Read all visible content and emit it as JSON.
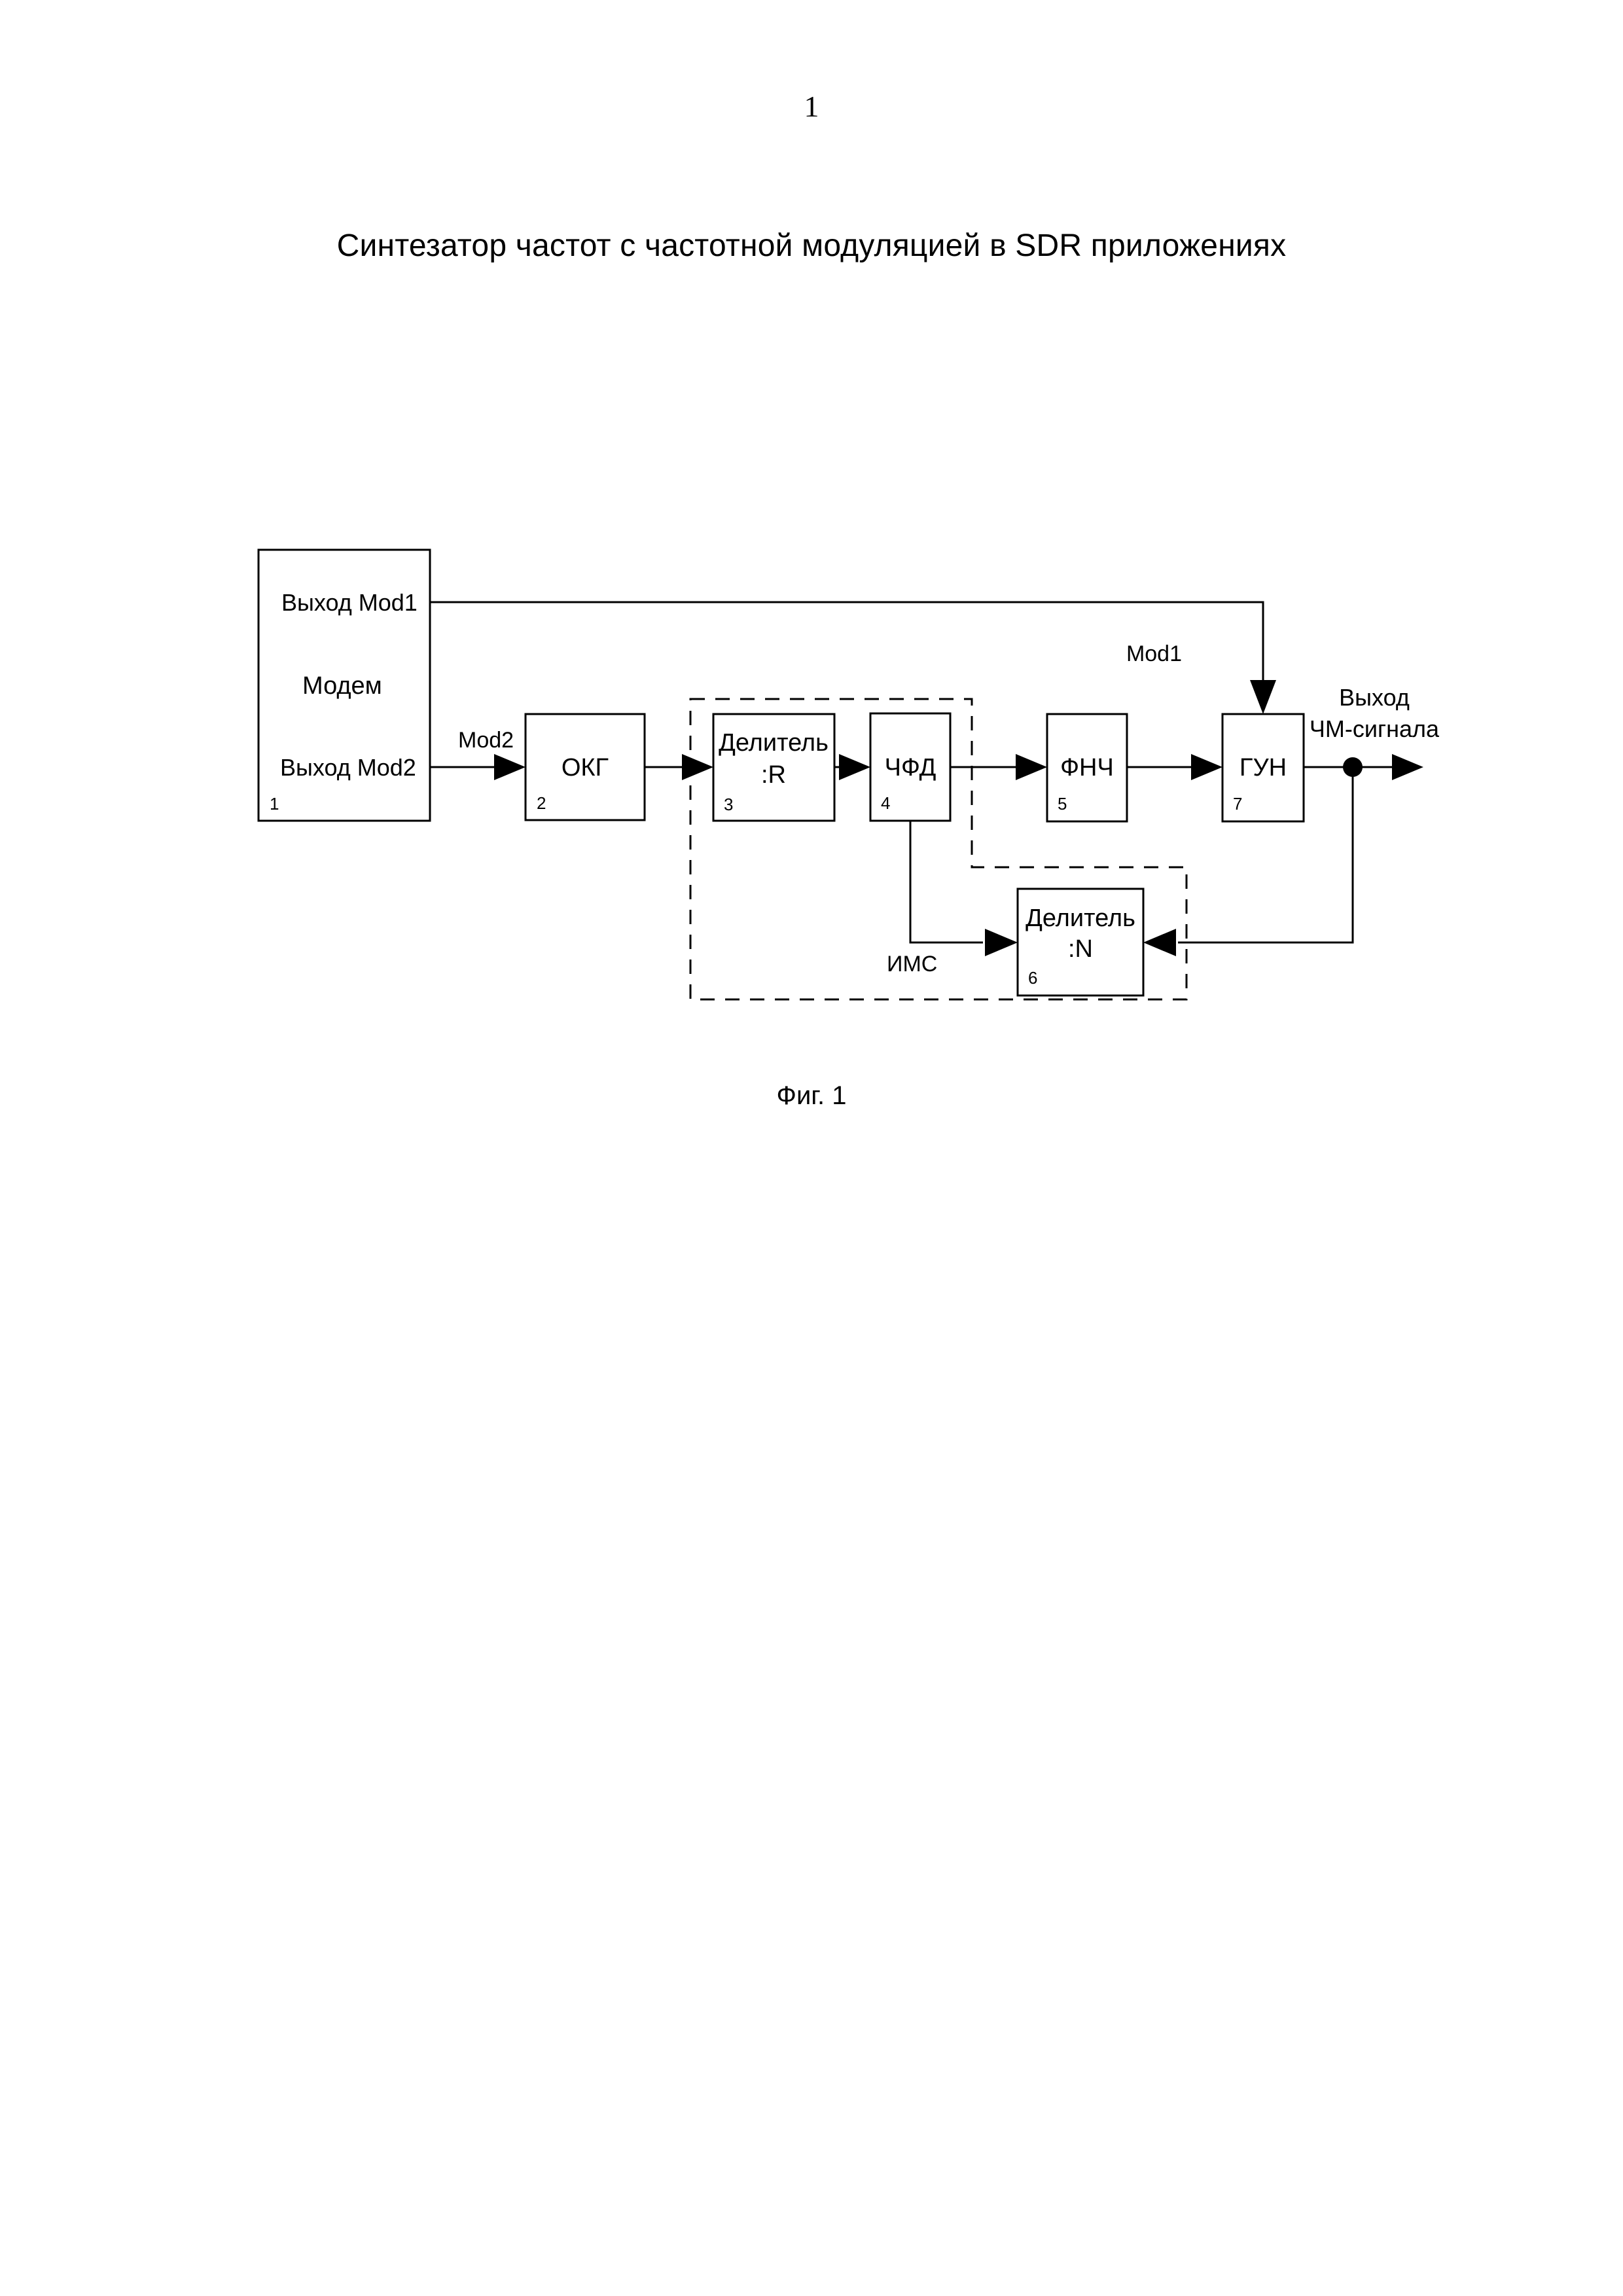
{
  "page": {
    "number": "1",
    "title": "Синтезатор частот с частотной модуляцией в SDR приложениях"
  },
  "figure": {
    "caption": "Фиг. 1",
    "group_label": "ИМС",
    "blocks": [
      {
        "id": "modem",
        "number": "1",
        "label": "Модем",
        "label2": "",
        "port_top": "Выход Mod1",
        "port_bottom": "Выход Mod2"
      },
      {
        "id": "okg",
        "number": "2",
        "label": "ОКГ",
        "label2": ""
      },
      {
        "id": "divider-r",
        "number": "3",
        "label": "Делитель",
        "label2": ":R"
      },
      {
        "id": "pfd",
        "number": "4",
        "label": "ЧФД",
        "label2": ""
      },
      {
        "id": "lpf",
        "number": "5",
        "label": "ФНЧ",
        "label2": ""
      },
      {
        "id": "divider-n",
        "number": "6",
        "label": "Делитель",
        "label2": ":N"
      },
      {
        "id": "vco",
        "number": "7",
        "label": "ГУН",
        "label2": ""
      }
    ],
    "wire_labels": {
      "mod2": "Mod2",
      "mod1": "Mod1"
    },
    "output_label": {
      "line1": "Выход",
      "line2": "ЧМ-сигнала"
    }
  },
  "colors": {
    "ink": "#000000",
    "paper": "#ffffff"
  }
}
